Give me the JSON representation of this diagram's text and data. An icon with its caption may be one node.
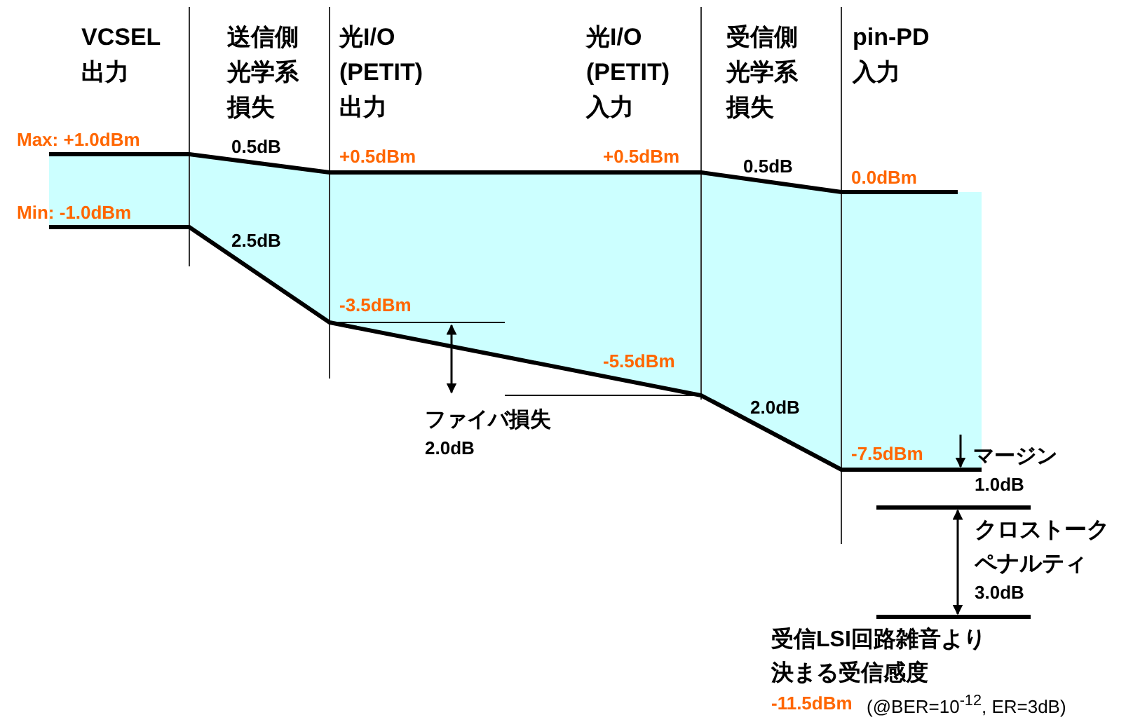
{
  "diagram": {
    "labels": [
      "VCSEL 出力",
      "送信側光学系損失",
      "光I/O (PETIT) 出力",
      "光I/O (PETIT) 入力",
      "受信側光学系損失",
      "pin-PD 入力",
      "Max: +1.0dBm",
      "0.5dB",
      "+0.5dBm",
      "+0.5dBm",
      "0.5dB",
      "0.0dBm",
      "Min: -1.0dBm",
      "2.5dB",
      "-3.5dBm",
      "-5.5dBm",
      "2.0dB",
      "ファイバ損失",
      "2.0dB",
      "-7.5dBm",
      "マージン",
      "1.0dB",
      "クロストークペナルティ",
      "3.0dB",
      "受信LSI回路雑音より決まる受信感度",
      "-11.5dBm",
      "(@BER=10$^{-12}$, ER=3dB)"
    ]
  }
}
